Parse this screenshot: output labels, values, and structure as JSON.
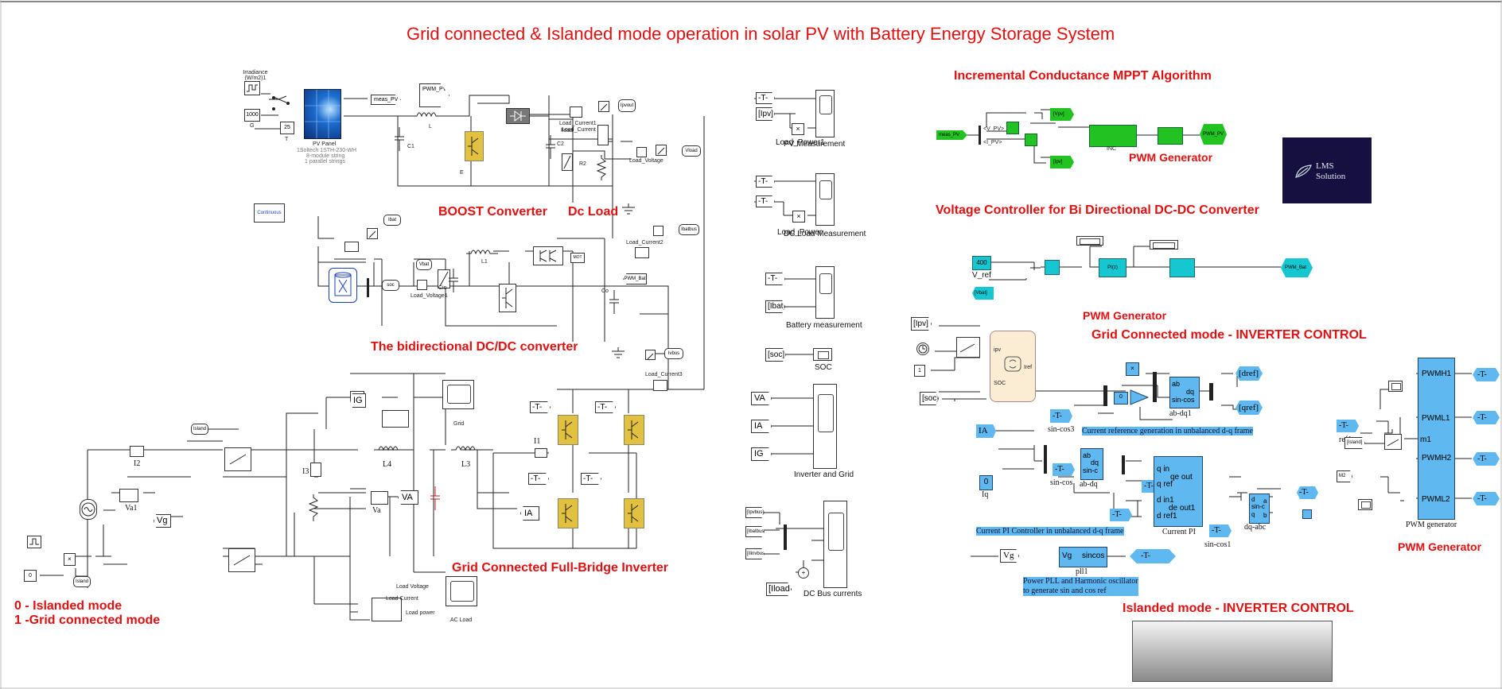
{
  "title": "Grid connected & Islanded mode operation in solar PV with Battery Energy Storage System",
  "section_titles": {
    "boost": "BOOST Converter",
    "dc_load": "Dc Load",
    "bidirectional": "The bidirectional DC/DC converter",
    "full_bridge": "Grid Connected Full-Bridge Inverter",
    "mppt": "Incremental Conductance MPPT Algorithm",
    "pwm_gen_top": "PWM Generator",
    "voltage_controller": "Voltage Controller for Bi Directional DC-DC Converter",
    "pwm_gen_mid": "PWM Generator",
    "grid_inverter_control": "Grid Connected mode - INVERTER CONTROL",
    "pwm_gen_right": "PWM Generator",
    "islanded_inverter_control": "Islanded mode - INVERTER CONTROL"
  },
  "mode_legend": {
    "line1": "0 - Islanded mode",
    "line2": "1 -Grid connected mode"
  },
  "logo_text": {
    "line1": "LMS",
    "line2": "Solution"
  },
  "pv": {
    "irradiance": "Irradiance\n(W/m2)1",
    "g_value": "1000",
    "g_label": "G",
    "t_value": "25",
    "t_label": "T",
    "panel_label": "PV Panel",
    "panel_spec1": "1Soltech 1STH-230-WH",
    "panel_spec2": "8-module string",
    "panel_spec3": "1 parallel strings",
    "meas_tag": "meas_PV",
    "pwm_tag": "PWM_PV",
    "c1": "C1",
    "l": "L",
    "e": "E",
    "c2": "C2",
    "r2": "R2",
    "ipvout": "Ipvout",
    "vload": "Vload",
    "load_current": "Load_Current",
    "load_current1": "Load_Current1",
    "load_voltage": "Load_Voltage",
    "iload": "Iload",
    "continuous": "Continuous"
  },
  "bidir": {
    "ibat": "Ibat",
    "soc": "soc",
    "vbat": "Vbat",
    "load_voltage1": "Load_Voltage1",
    "l1": "L1",
    "cin": "Cin",
    "co": "Co",
    "pwm_bat": "PWM_Bat",
    "load_current2": "Load_Current2",
    "ibatbus": "Ibatbus",
    "mot": "MOT",
    "load_current3": "Load_Current3",
    "ivbus": "Ivbus"
  },
  "ac": {
    "island": "Island",
    "i2": "I2",
    "va1": "Va1",
    "vg": "Vg",
    "ig": "IG",
    "grid": "Grid",
    "i3": "I3",
    "l4": "L4",
    "l3": "L3",
    "i1": "I1",
    "va_blk": "Va",
    "va": "VA",
    "ia": "IA",
    "t": "-T-",
    "load_voltage": "Load Voltage",
    "load_current": "Load Current",
    "load_power": "Load power",
    "ac_load": "AC Load",
    "zero": "0"
  },
  "scopes": {
    "pv_in1": "-T-",
    "pv_in2": "[Ipv]",
    "pv_label": "PV Measurement",
    "pv_overlap": "Load_Power1",
    "dc_in1": "-T-",
    "dc_in2": "-T-",
    "dc_label": "DC Load Measurement",
    "dc_overlap": "Load_Power",
    "bat_in1": "-T-",
    "bat_in2": "[Ibat]",
    "bat_label": "Battery measurement",
    "soc_in": "[soc]",
    "soc_label": "SOC",
    "inv_in1": "VA",
    "inv_in2": "IA",
    "inv_in3": "IG",
    "inv_label": "Inverter and Grid",
    "bus_in1": "[Ipvbus]",
    "bus_in2": "[Ibatbus]",
    "bus_in3": "[Ilinvbus]",
    "bus_in4": "[Iload]",
    "bus_label": "DC Bus currents"
  },
  "mppt": {
    "meas": "meas_PV",
    "v": "<V_PV>",
    "i": "<I_PV>",
    "vpv": "[Vpv]",
    "ipv": "[Ipv]",
    "inc": "INC",
    "pwm_pv": "PWM_PV"
  },
  "vctrl": {
    "vref_val": "400",
    "vref_label": "V_ref",
    "vbat": "[Vbat]",
    "pid": "PI(z)",
    "pwm_bat": "PWM_Bat"
  },
  "grid_ctrl": {
    "ipv": "[Ipv]",
    "one": "1",
    "soc": "[soc]",
    "chart_in": "ipv",
    "chart_soc": "SOC",
    "chart_out": "Iref",
    "sincos3_t": "-T-",
    "sincos3": "sin-cos3",
    "abdq1_ab": "ab",
    "abdq1_sincos": "sin-cos",
    "abdq1_dq": "dq",
    "abdq1_name": "ab-dq1",
    "dref": "[dref]",
    "qref": "[qref]",
    "note1": "Current reference generation in unbalanced d-q frame",
    "ia": "IA",
    "zero": "0",
    "iq": "Iq",
    "sincos_t": "-T-",
    "sincos": "sin-cos",
    "abdq_ab": "ab",
    "abdq_dq": "dq",
    "abdq_sincos": "sin-c",
    "abdq_name": "ab-dq",
    "pi_qin": "q in",
    "pi_qref": "q ref",
    "pi_din": "d in1",
    "pi_dref": "d ref1",
    "pi_qeout": "qe out",
    "pi_deout": "de out1",
    "pi_name": "Current PI",
    "t1": "-T-",
    "t2": "-T-",
    "note2": "Current PI Controller in unbalanced d-q frame",
    "sincos1_t": "-T-",
    "sincos1": "sin-cos1",
    "dqabc_d": "d",
    "dqabc_q": "q",
    "dqabc_sin": "sin-c",
    "dqabc_a": "a",
    "dqabc_b": "b",
    "dqabc_name": "dq-abc",
    "out_t": "-T-",
    "vg": "Vg",
    "pll_vg": "Vg",
    "pll_sincos": "sincos",
    "pll_t": "-T-",
    "pll_name": "pll1",
    "note3a": "Power PLL and Harmonic oscillator",
    "note3b": "to generate sin and cos ref"
  },
  "pwm_right": {
    "t": "-T-",
    "ref": "ref1",
    "island": "[Island]",
    "m1": "m1",
    "m2": "M2",
    "pwmh1": "PWMH1",
    "pwml1": "PWML1",
    "pwmh2": "PWMH2",
    "pwml2": "PWML2",
    "name": "PWM generator",
    "out": "-T-"
  },
  "colors": {
    "title_red": "#e01010",
    "simulink_blue": "#5fb8ef",
    "mppt_green": "#22c222",
    "cyan_block": "#16c6d0",
    "igbt_yellow": "#e2c040",
    "chart_beige": "#fbedd4",
    "logo_bg": "#15103f"
  }
}
